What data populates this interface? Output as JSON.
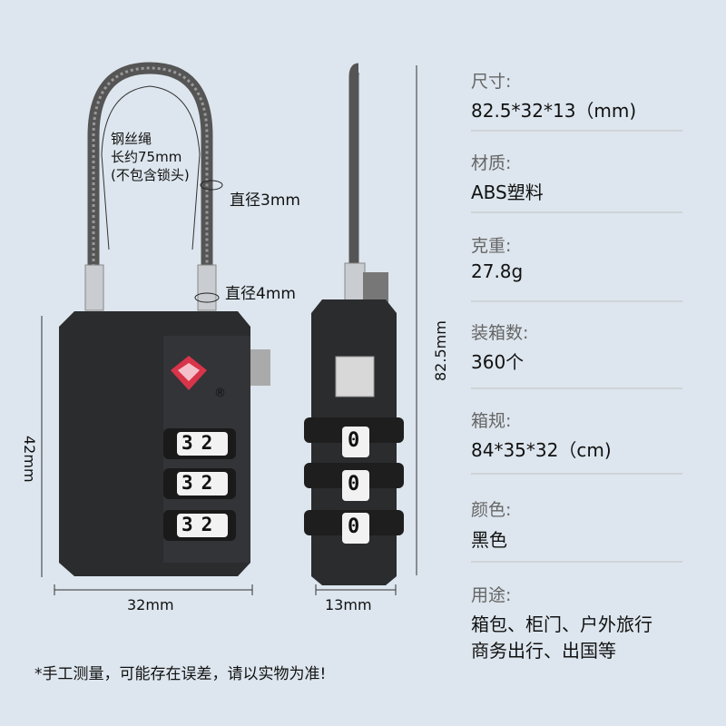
{
  "annotations": {
    "cable_line1": "钢丝绳",
    "cable_line2": "长约75mm",
    "cable_line3": "(不包含锁头)",
    "cable_diameter": "直径3mm",
    "shackle_diameter": "直径4mm",
    "height_front": "42mm",
    "width_front": "32mm",
    "width_side": "13mm",
    "height_side": "82.5mm",
    "registered_mark": "®"
  },
  "dials": {
    "front": [
      [
        "3",
        "2"
      ],
      [
        "3",
        "2"
      ],
      [
        "3",
        "2"
      ]
    ],
    "side": [
      "0",
      "0",
      "0"
    ]
  },
  "specs": [
    {
      "label": "尺寸:",
      "value": "82.5*32*13（mm)"
    },
    {
      "label": "材质:",
      "value": "ABS塑料"
    },
    {
      "label": "克重:",
      "value": "27.8g"
    },
    {
      "label": "装箱数:",
      "value": "360个"
    },
    {
      "label": "箱规:",
      "value": "84*35*32（cm)"
    },
    {
      "label": "颜色:",
      "value": "黑色"
    },
    {
      "label": "用途:",
      "value": "箱包、柜门、户外旅行",
      "value2": "商务出行、出国等"
    }
  ],
  "footnote": "*手工测量，可能存在误差，请以实物为准!",
  "colors": {
    "background": "#dde6ee",
    "lock_body": "#2b2c2e",
    "tsa_logo": "#d8344a"
  }
}
